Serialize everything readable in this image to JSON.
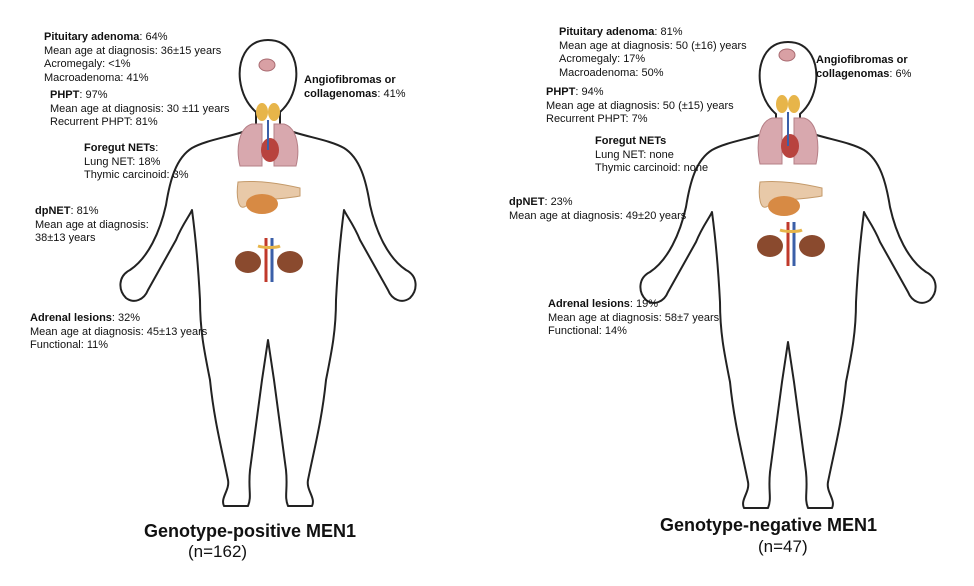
{
  "left": {
    "title": "Genotype-positive MEN1",
    "n": "(n=162)",
    "pituitary": {
      "name": "Pituitary adenoma",
      "value": ": 64%",
      "lines": [
        "Mean age at diagnosis: 36±15 years",
        "Acromegaly: <1%",
        "Macroadenoma: 41%"
      ]
    },
    "angio": {
      "name1": "Angiofibromas or",
      "name2": "collagenomas",
      "value": ": 41%"
    },
    "phpt": {
      "name": "PHPT",
      "value": ": 97%",
      "lines": [
        "Mean age at diagnosis: 30 ±11 years",
        "Recurrent PHPT: 81%"
      ]
    },
    "foregut": {
      "name": "Foregut NETs",
      "value": ":",
      "lines": [
        "Lung NET: 18%",
        "Thymic carcinoid: 3%"
      ]
    },
    "dpnet": {
      "name": "dpNET",
      "value": ": 81%",
      "lines": [
        "Mean age at diagnosis:",
        "38±13 years"
      ]
    },
    "adrenal": {
      "name": "Adrenal lesions",
      "value": ": 32%",
      "lines": [
        "Mean age at diagnosis: 45±13 years",
        "Functional: 11%"
      ]
    }
  },
  "right": {
    "title": "Genotype-negative MEN1",
    "n": "(n=47)",
    "pituitary": {
      "name": "Pituitary adenoma",
      "value": ": 81%",
      "lines": [
        "Mean age at diagnosis: 50 (±16) years",
        "Acromegaly: 17%",
        "Macroadenoma: 50%"
      ]
    },
    "angio": {
      "name1": "Angiofibromas or",
      "name2": "collagenomas",
      "value": ": 6%"
    },
    "phpt": {
      "name": "PHPT",
      "value": ": 94%",
      "lines": [
        "Mean age at diagnosis: 50 (±15) years",
        "Recurrent PHPT: 7%"
      ]
    },
    "foregut": {
      "name": "Foregut NETs",
      "value": "",
      "lines": [
        "Lung NET: none",
        "Thymic carcinoid: none"
      ]
    },
    "dpnet": {
      "name": "dpNET",
      "value": ": 23%",
      "lines": [
        "Mean age at diagnosis: 49±20 years"
      ]
    },
    "adrenal": {
      "name": "Adrenal lesions",
      "value": ": 19%",
      "lines": [
        "Mean age at diagnosis: 58±7 years",
        "Functional: 14%"
      ]
    }
  },
  "colors": {
    "outline": "#222222",
    "lung": "#d8a8ae",
    "thyroid": "#e7b54a",
    "pancreas": "#d78a44",
    "kidney": "#8a4a2e",
    "vessel_red": "#c0392b",
    "vessel_blue": "#3b5fa8"
  }
}
